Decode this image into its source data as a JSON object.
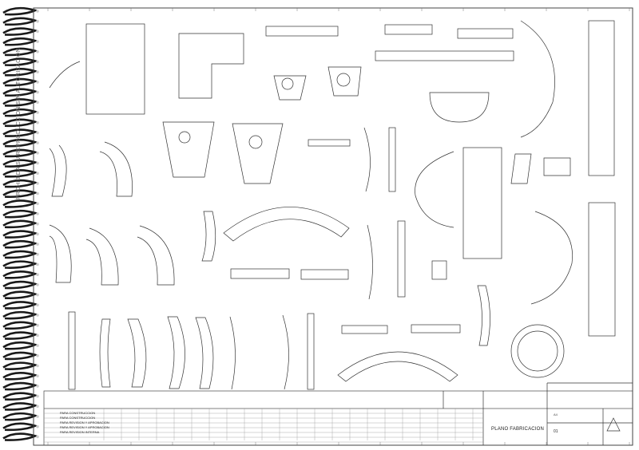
{
  "title_block": {
    "plan_label": "PLANO FABRICACION",
    "sheet_code": "01",
    "sheet_small": "A4"
  },
  "revisions": [
    {
      "label": "PARA CONSTRUCCION"
    },
    {
      "label": "PARA CONSTRUCCION"
    },
    {
      "label": "PARA REVISION Y APROBACION"
    },
    {
      "label": "PARA REVISION Y APROBACION"
    },
    {
      "label": "PARA REVISION INTERNA"
    }
  ],
  "stamp_text": "PROHIBIDA SU REPRODUCCION SIN AUTORIZACION",
  "colors": {
    "ink": "#222222",
    "paper": "#ffffff",
    "spiral": "#1a1a1a"
  }
}
